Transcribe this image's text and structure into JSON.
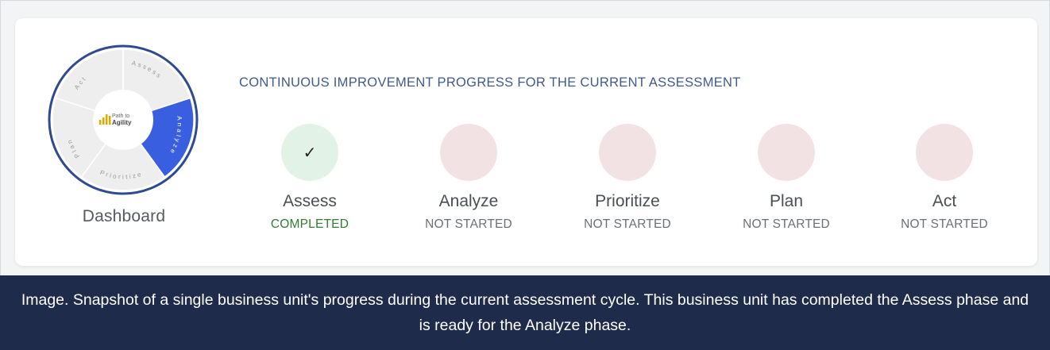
{
  "wheel": {
    "center_top": "Path to",
    "center_bottom": "Agility",
    "segments": [
      "Assess",
      "Analyze",
      "Prioritize",
      "Plan",
      "Act"
    ],
    "active_segment": "Analyze",
    "colors": {
      "ring": "#2f4b8f",
      "active": "#3a5ee0",
      "inactive": "#eeeeee",
      "logo": "#e0a800"
    }
  },
  "dashboard_label": "Dashboard",
  "headline": "CONTINUOUS IMPROVEMENT PROGRESS FOR THE CURRENT ASSESSMENT",
  "steps": [
    {
      "name": "Assess",
      "status": "COMPLETED",
      "state": "completed",
      "icon": "check-icon"
    },
    {
      "name": "Analyze",
      "status": "NOT STARTED",
      "state": "not-started"
    },
    {
      "name": "Prioritize",
      "status": "NOT STARTED",
      "state": "not-started"
    },
    {
      "name": "Plan",
      "status": "NOT STARTED",
      "state": "not-started"
    },
    {
      "name": "Act",
      "status": "NOT STARTED",
      "state": "not-started"
    }
  ],
  "check_glyph": "✓",
  "caption": "Image. Snapshot of a single business unit's progress during the current assessment cycle. This business unit has completed the Assess phase and is ready for the Analyze phase."
}
